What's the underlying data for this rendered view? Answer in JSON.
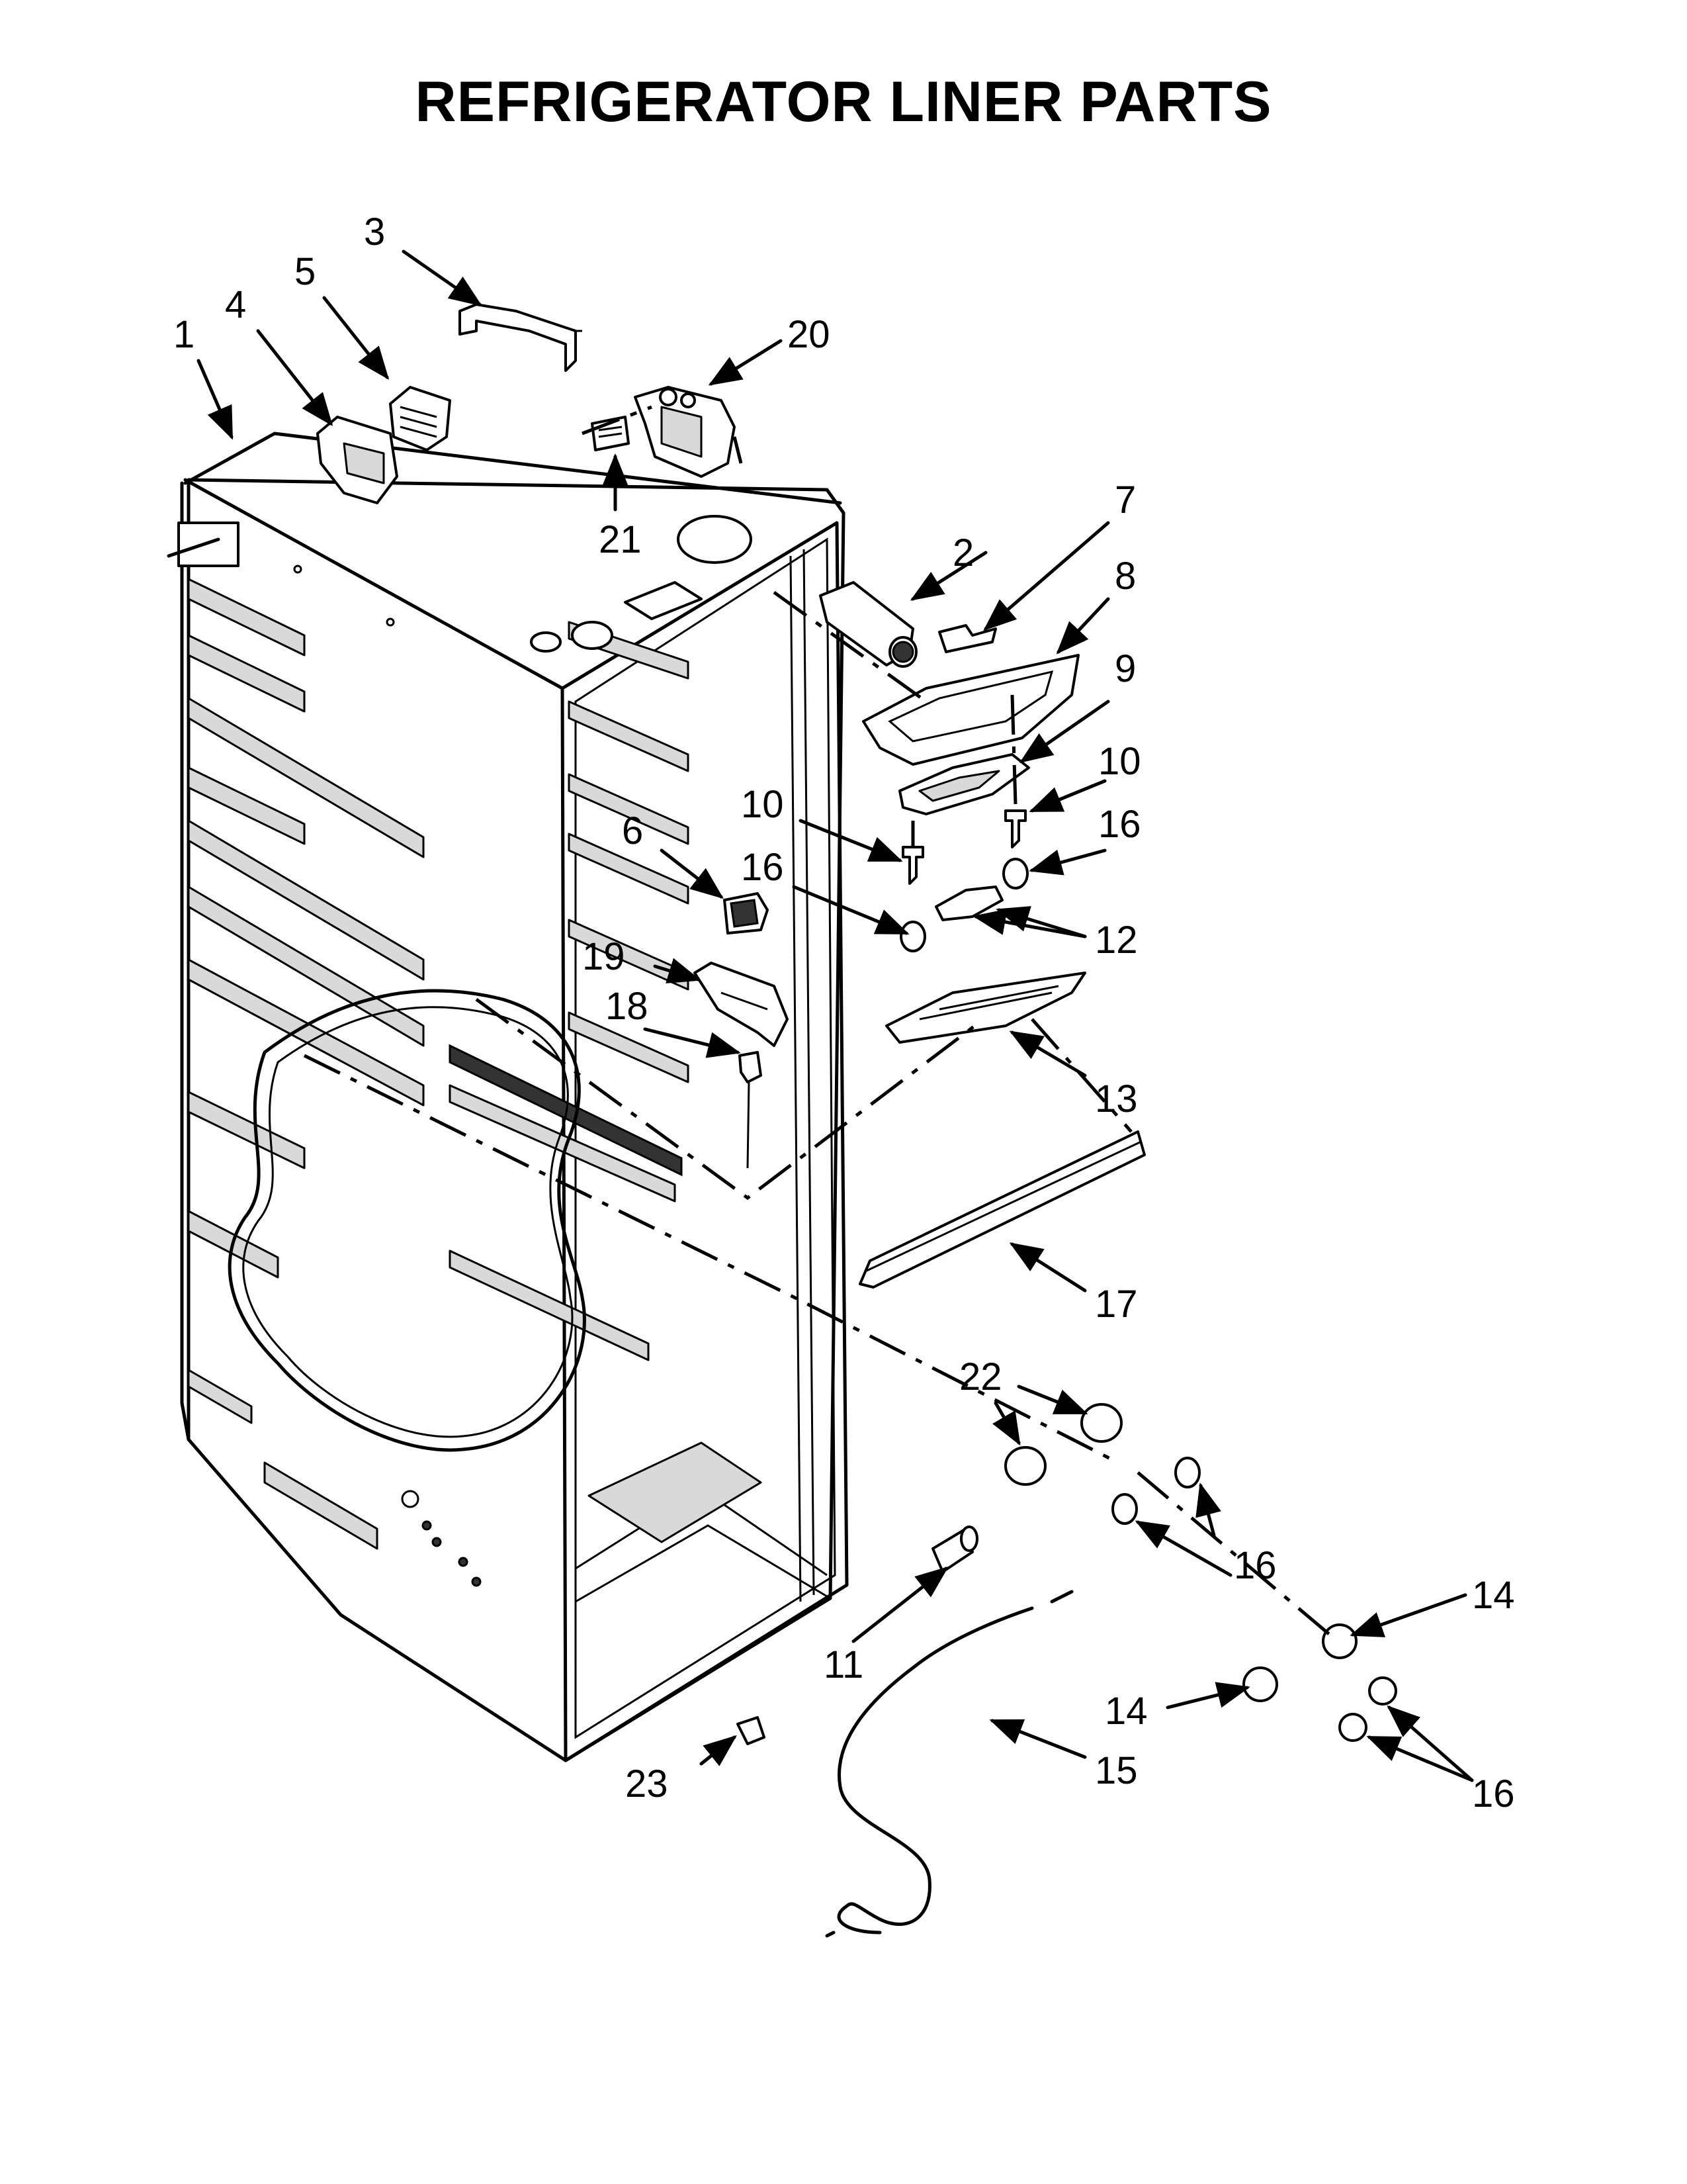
{
  "title": "REFRIGERATOR LINER PARTS",
  "callouts": [
    {
      "id": "c1",
      "text": "1"
    },
    {
      "id": "c2",
      "text": "2"
    },
    {
      "id": "c3",
      "text": "3"
    },
    {
      "id": "c4",
      "text": "4"
    },
    {
      "id": "c5",
      "text": "5"
    },
    {
      "id": "c6",
      "text": "6"
    },
    {
      "id": "c7",
      "text": "7"
    },
    {
      "id": "c8",
      "text": "8"
    },
    {
      "id": "c9",
      "text": "9"
    },
    {
      "id": "c10a",
      "text": "10"
    },
    {
      "id": "c10b",
      "text": "10"
    },
    {
      "id": "c11",
      "text": "11"
    },
    {
      "id": "c12",
      "text": "12"
    },
    {
      "id": "c13",
      "text": "13"
    },
    {
      "id": "c14a",
      "text": "14"
    },
    {
      "id": "c14b",
      "text": "14"
    },
    {
      "id": "c15",
      "text": "15"
    },
    {
      "id": "c16a",
      "text": "16"
    },
    {
      "id": "c16b",
      "text": "16"
    },
    {
      "id": "c16c",
      "text": "16"
    },
    {
      "id": "c16d",
      "text": "16"
    },
    {
      "id": "c17",
      "text": "17"
    },
    {
      "id": "c18",
      "text": "18"
    },
    {
      "id": "c19",
      "text": "19"
    },
    {
      "id": "c20",
      "text": "20"
    },
    {
      "id": "c21",
      "text": "21"
    },
    {
      "id": "c22",
      "text": "22"
    },
    {
      "id": "c23",
      "text": "23"
    }
  ]
}
